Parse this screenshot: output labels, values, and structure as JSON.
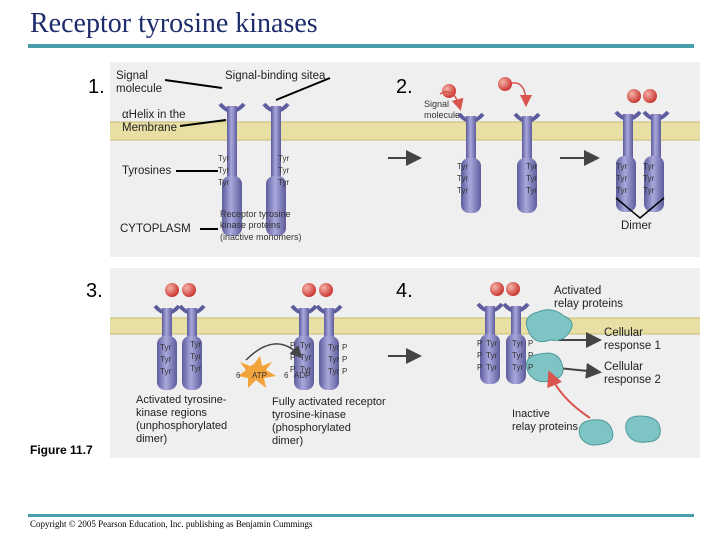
{
  "title": "Receptor tyrosine kinases",
  "figure_label": "Figure 11.7",
  "copyright": "Copyright © 2005 Pearson Education, Inc. publishing as Benjamin Cummings",
  "panel1": {
    "number": "1.",
    "signal_molecule": "Signal\nmolecule",
    "signal_binding_site": "Signal-binding sitea",
    "alpha_helix": "αHelix in the\nMembrane",
    "tyrosines": "Tyrosines",
    "cytoplasm": "CYTOPLASM",
    "receptor_proteins": "Receptor tyrosine\nkinase proteins",
    "inactive_monomers": "(inactive monomers)",
    "tyr": "Tyr"
  },
  "panel2": {
    "number": "2.",
    "signal_molecule": "Signal\nmolecule",
    "dimer": "Dimer"
  },
  "panel3": {
    "number": "3.",
    "atp_count": "6",
    "atp": "ATP",
    "adp_count": "6",
    "adp": "ADP",
    "phosphate": "P",
    "activated_regions": "Activated tyrosine-\nkinase regions\n(unphosphorylated\ndimer)",
    "fully_activated": "Fully activated receptor\ntyrosine-kinase\n(phosphorylated\ndimer)"
  },
  "panel4": {
    "number": "4.",
    "activated_relay": "Activated\nrelay proteins",
    "cellular_response_1": "Cellular\nresponse 1",
    "cellular_response_2": "Cellular\nresponse 2",
    "inactive_relay": "Inactive\nrelay proteins"
  },
  "colors": {
    "receptor": "#8a89c4",
    "receptor_dark": "#5d5c9c",
    "signal": "#d9534f",
    "relay": "#7fc4c4",
    "phosphate": "#c9dc5e",
    "arrow": "#444444",
    "accent_line": "#4a9eac",
    "title": "#1e2c6b"
  }
}
